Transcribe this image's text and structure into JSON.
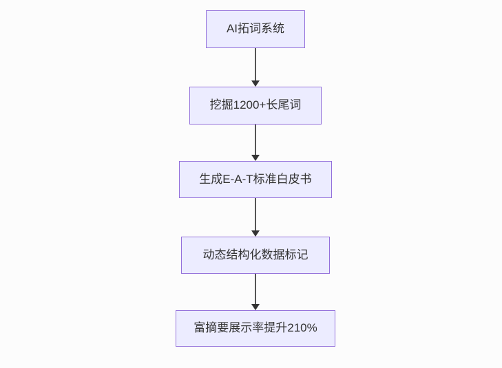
{
  "diagram": {
    "type": "flowchart",
    "direction": "top-down",
    "nodes": [
      {
        "id": "step-1",
        "label": "AI拓词系统"
      },
      {
        "id": "step-2",
        "label": "挖掘1200+长尾词"
      },
      {
        "id": "step-3",
        "label": "生成E-A-T标准白皮书"
      },
      {
        "id": "step-4",
        "label": "动态结构化数据标记"
      },
      {
        "id": "step-5",
        "label": "富摘要展示率提升210%"
      }
    ],
    "edges": [
      {
        "from": "step-1",
        "to": "step-2",
        "arrow": "down"
      },
      {
        "from": "step-2",
        "to": "step-3",
        "arrow": "down"
      },
      {
        "from": "step-3",
        "to": "step-4",
        "arrow": "down"
      },
      {
        "from": "step-4",
        "to": "step-5",
        "arrow": "down"
      }
    ],
    "colors": {
      "node_fill": "#ECECFF",
      "node_border": "#9370DB",
      "node_text": "#333333",
      "edge_line": "#555555",
      "arrowhead": "#333333",
      "background": "#FCFCFC"
    }
  }
}
